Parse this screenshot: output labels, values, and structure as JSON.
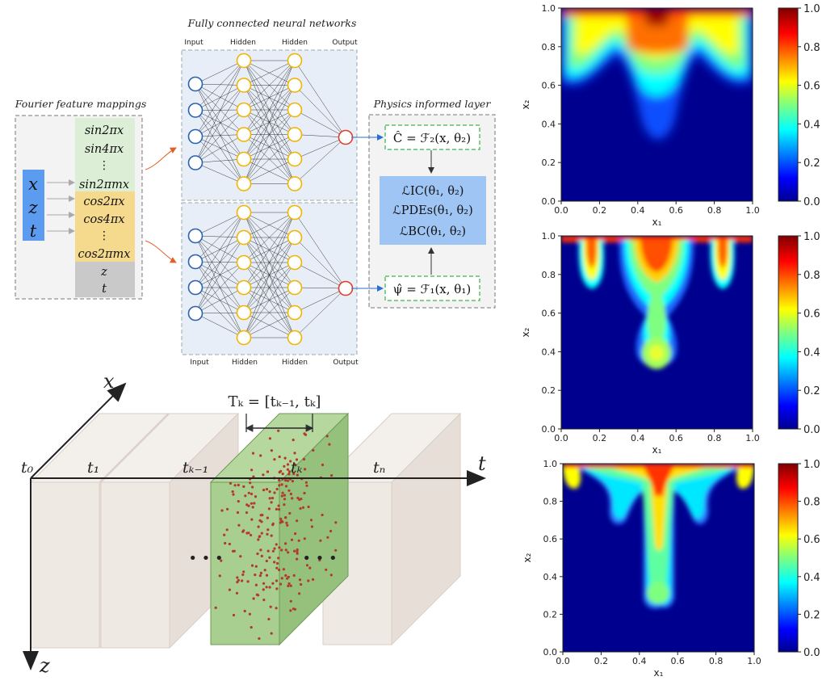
{
  "fourier": {
    "title": "Fourier feature mappings",
    "inputs": [
      "x",
      "z",
      "t"
    ],
    "sin_terms": [
      "sin2πx",
      "sin4πx",
      "⋮",
      "sin2πmx"
    ],
    "cos_terms": [
      "cos2πx",
      "cos4πx",
      "⋮",
      "cos2πmx"
    ],
    "passthrough": [
      "z",
      "t"
    ]
  },
  "nn": {
    "title": "Fully connected neural networks",
    "top_labels": [
      "Input",
      "Hidden",
      "Hidden",
      "Output"
    ],
    "bottom_labels": [
      "Input",
      "Hidden",
      "Hidden",
      "Output"
    ]
  },
  "physics": {
    "title": "Physics informed layer",
    "c_eq": "Ĉ = ℱ₂(x, θ₂)",
    "psi_eq": "ψ̂ = ℱ₁(x, θ₁)",
    "loss_ic": "ℒIC(θ₁, θ₂)",
    "loss_pdes": "ℒPDEs(θ₁, θ₂)",
    "loss_bc": "ℒBC(θ₁, θ₂)"
  },
  "timeline": {
    "axis_x": "x",
    "axis_t": "t",
    "axis_z": "z",
    "t_labels": [
      "t₀",
      "t₁",
      "tₖ₋₁",
      "tₖ",
      "tₙ"
    ],
    "interval": "Tₖ = [tₖ₋₁,  tₖ]",
    "ellipsis": "• • •"
  },
  "heatmaps": {
    "x_ticks": [
      "0.0",
      "0.2",
      "0.4",
      "0.6",
      "0.8",
      "1.0"
    ],
    "y_ticks": [
      "0.0",
      "0.2",
      "0.4",
      "0.6",
      "0.8",
      "1.0"
    ],
    "colorbar_ticks": [
      "0.0",
      "0.2",
      "0.4",
      "0.6",
      "0.8",
      "1.0"
    ],
    "xlabel": "x₁",
    "ylabel": "x₂",
    "colormap": "jet"
  }
}
